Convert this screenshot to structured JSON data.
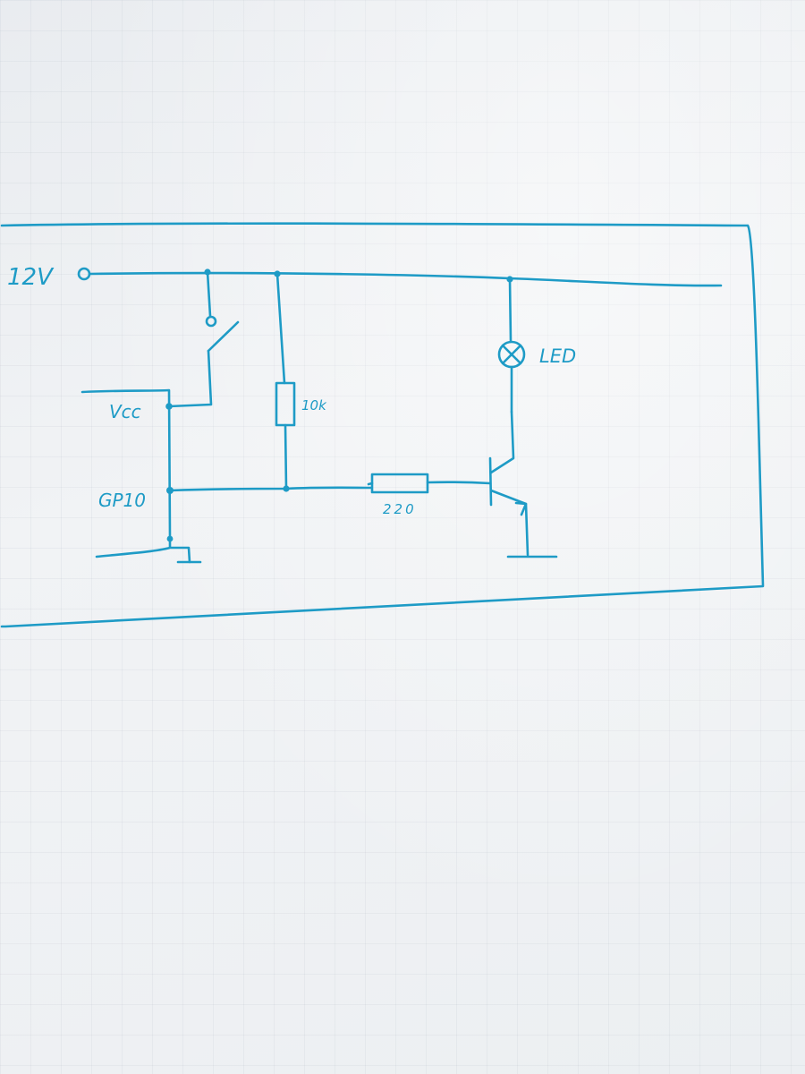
{
  "ink_color": "#1e9bc6",
  "labels": {
    "supply": "12V",
    "vcc": "Vcc",
    "gpio": "GP10",
    "resistor_pullup": "10k",
    "resistor_base": "220",
    "lamp": "LED"
  }
}
